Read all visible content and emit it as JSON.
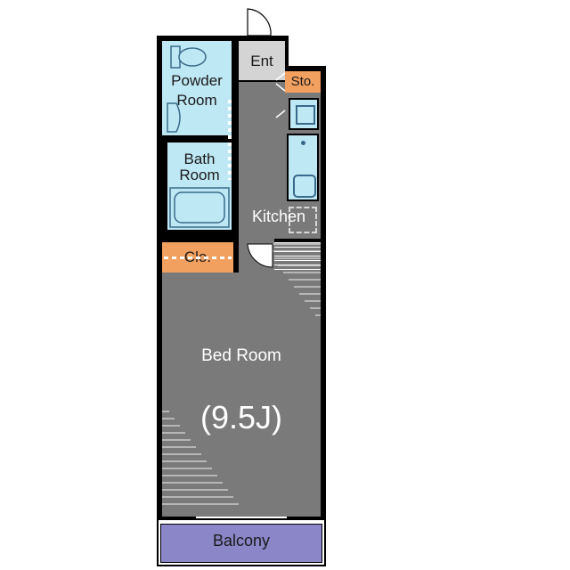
{
  "rooms": {
    "entrance": "Ent",
    "storage": "Sto.",
    "powder_room_line1": "Powder",
    "powder_room_line2": "Room",
    "bath_room_line1": "Bath",
    "bath_room_line2": "Room",
    "kitchen": "Kitchen",
    "closet": "Clo.",
    "bed_room": "Bed Room",
    "bed_room_size": "(9.5J)",
    "balcony": "Balcony"
  },
  "colors": {
    "wall": "#000000",
    "floor": "#7a7a7a",
    "wet_area": "#bfe8f5",
    "storage": "#f2a060",
    "balcony": "#8a86c8",
    "entrance": "#d4d4d4"
  },
  "icons": [
    "toilet-icon",
    "sink-icon",
    "bathtub-icon",
    "kitchen-sink-icon",
    "stove-icon",
    "door-swing-icon"
  ]
}
